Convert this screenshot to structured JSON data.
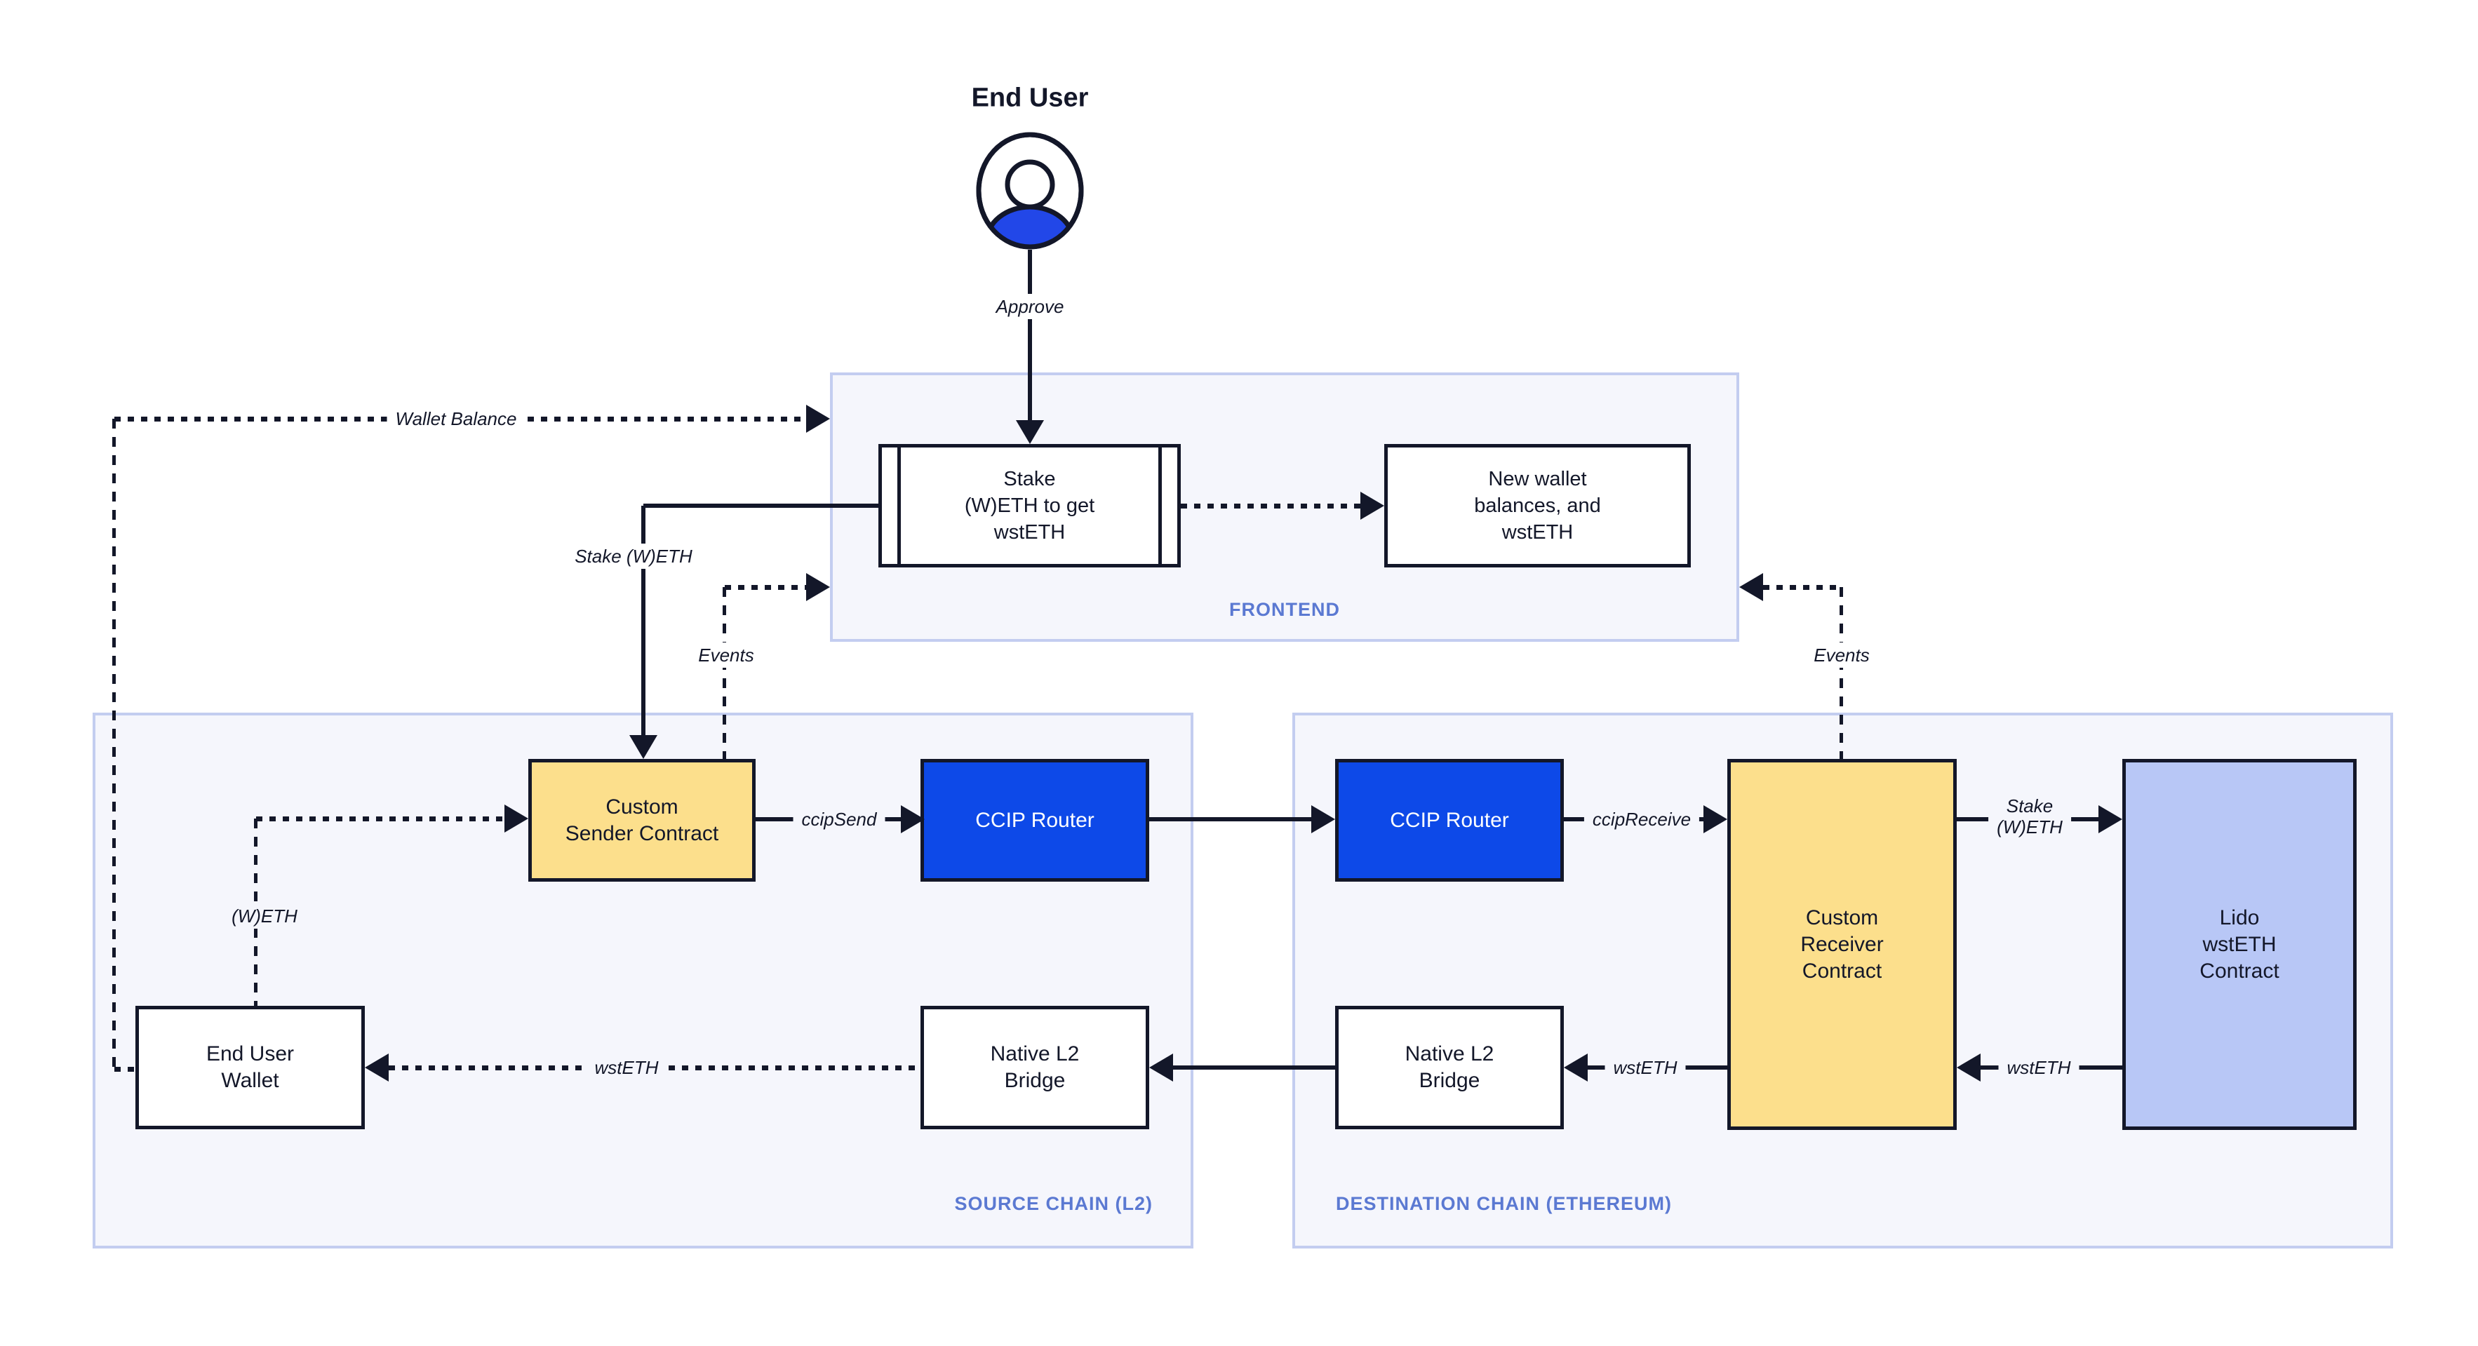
{
  "actor": {
    "label": "End User"
  },
  "frontend": {
    "label": "FRONTEND",
    "stake_box": "Stake\n(W)ETH to get\nwstETH",
    "new_wallet_box": "New wallet\nbalances, and\nwstETH"
  },
  "source_chain": {
    "label": "SOURCE CHAIN (L2)",
    "sender_box": "Custom\nSender Contract",
    "router_box": "CCIP Router",
    "wallet_box": "End User\nWallet",
    "bridge_box": "Native L2\nBridge"
  },
  "dest_chain": {
    "label": "DESTINATION CHAIN (ETHEREUM)",
    "router_box": "CCIP Router",
    "receiver_box": "Custom\nReceiver\nContract",
    "lido_box": "Lido\nwstETH\nContract",
    "bridge_box": "Native L2\nBridge"
  },
  "edges": {
    "approve": "Approve",
    "wallet_balance": "Wallet Balance",
    "stake_weth": "Stake (W)ETH",
    "events_left": "Events",
    "events_right": "Events",
    "ccip_send": "ccipSend",
    "ccip_receive": "ccipReceive",
    "stake_weth_dest": "Stake\n(W)ETH",
    "wsteth_from_lido": "wstETH",
    "wsteth_to_bridge": "wstETH",
    "wsteth_to_wallet": "wstETH",
    "weth": "(W)ETH"
  },
  "colors": {
    "accent_blue": "#0D49E8",
    "avatar_blue": "#2247E8",
    "contract_yellow": "#FCDF8C",
    "lido_lavender": "#B8C7F6",
    "container_label_blue": "#5B79D2",
    "container_background": "#F5F6FC",
    "container_border": "#C3CDF0",
    "line_dark": "#131729"
  }
}
